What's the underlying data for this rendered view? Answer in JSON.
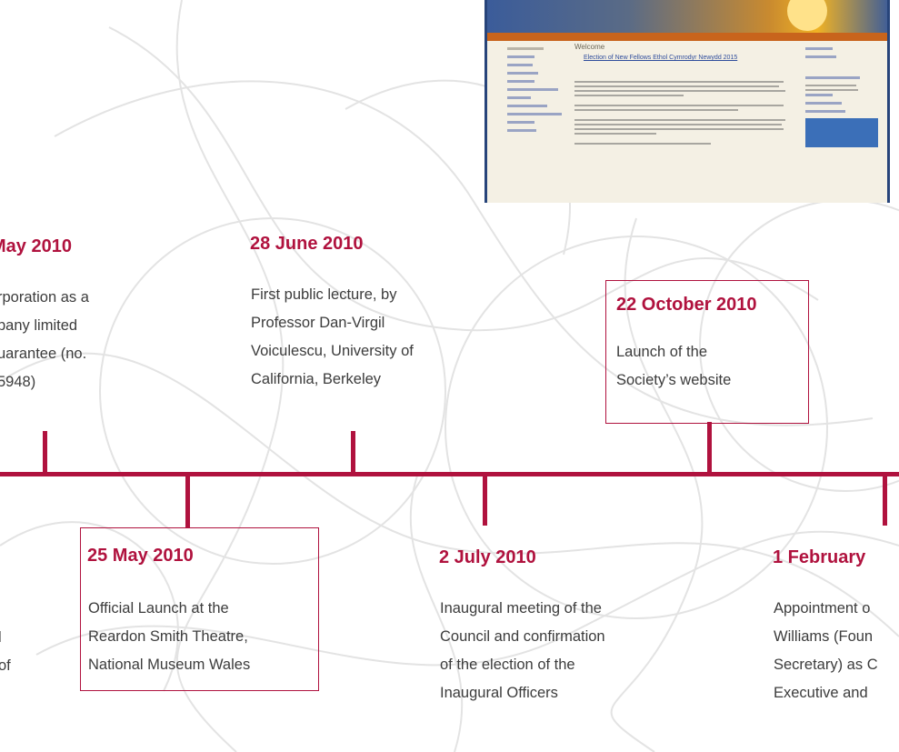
{
  "events": [
    {
      "date": "May  2010",
      "description": "rporation as a\npany limited\nuarantee (no.\n5948)"
    },
    {
      "date": "28 June 2010",
      "description": "First public lecture, by\nProfessor Dan-Virgil\nVoiculescu, University of\nCalifornia, Berkeley"
    },
    {
      "date": "22 October 2010",
      "description": "Launch of the\nSociety’s  website"
    },
    {
      "date": "25 May 2010",
      "description": "Official Launch at the\nReardon Smith Theatre,\nNational Museum Wales"
    },
    {
      "date": "2 July 2010",
      "description": "Inaugural meeting of the\nCouncil and confirmation\nof the election of the\nInaugural Officers"
    },
    {
      "date": "1 February",
      "description": "Appointment o\nWilliams (Foun\nSecretary) as C\nExecutive and"
    },
    {
      "date": "",
      "description": "l\nof"
    }
  ],
  "website": {
    "heading": "Welcome",
    "link": "Election of New Fellows   Ethol Cymrodyr Newydd 2015"
  },
  "colors": {
    "accent": "#b0123e",
    "text": "#3c3c3c"
  }
}
